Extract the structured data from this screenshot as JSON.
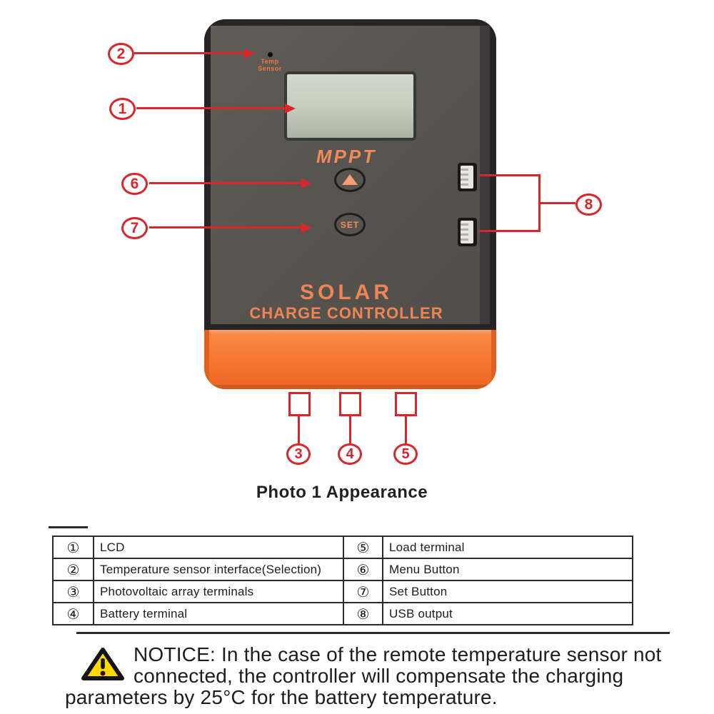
{
  "figure": {
    "device": {
      "temp_sensor_label_line1": "Temp",
      "temp_sensor_label_line2": "Sensor",
      "display_label": "MPPT",
      "menu_button_icon": "up-triangle-icon",
      "set_button_label": "SET",
      "brand_line1": "SOLAR",
      "brand_line2": "CHARGE CONTROLLER"
    },
    "callout_numbers": {
      "n1": "1",
      "n2": "2",
      "n3": "3",
      "n4": "4",
      "n5": "5",
      "n6": "6",
      "n7": "7",
      "n8": "8"
    },
    "caption": "Photo 1 Appearance"
  },
  "legend_table": {
    "rows": [
      {
        "left_num": "①",
        "left_label": "LCD",
        "right_num": "⑤",
        "right_label": "Load terminal"
      },
      {
        "left_num": "②",
        "left_label": "Temperature sensor interface(Selection)",
        "right_num": "⑥",
        "right_label": "Menu Button"
      },
      {
        "left_num": "③",
        "left_label": "Photovoltaic array terminals",
        "right_num": "⑦",
        "right_label": "Set Button"
      },
      {
        "left_num": "④",
        "left_label": "Battery terminal",
        "right_num": "⑧",
        "right_label": "USB output"
      }
    ]
  },
  "notice": {
    "icon": "warning-triangle-icon",
    "lines": [
      "NOTICE: In the case of the remote temperature sensor not",
      "connected, the controller will compensate the charging",
      "parameters by 25°C for the battery temperature."
    ]
  },
  "colors": {
    "accent_red": "#d8262b",
    "device_body_gray": "#57534f",
    "device_orange": "#f4732c",
    "label_orange": "#ef8555",
    "lcd_green": "#c7d0c1",
    "warning_yellow": "#ffd900"
  }
}
